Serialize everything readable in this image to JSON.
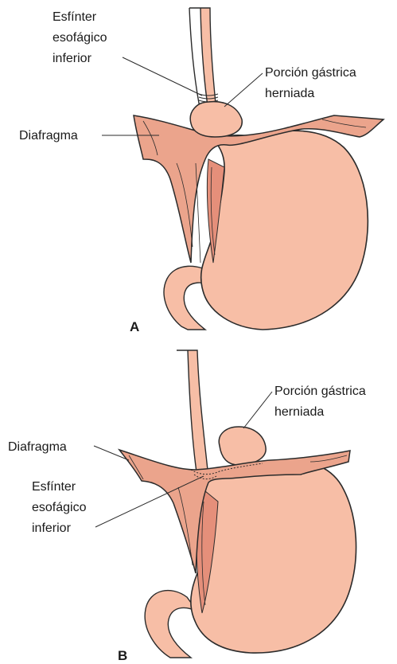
{
  "panel_a": {
    "letter": "A",
    "lower_sphincter_label": [
      "Esfínter",
      "esofágico",
      "inferior"
    ],
    "herniated_label": [
      "Porción gástrica",
      "herniada"
    ],
    "diaphragm_label": "Diafragma"
  },
  "panel_b": {
    "letter": "B",
    "herniated_label": [
      "Porción gástrica",
      "herniada"
    ],
    "diaphragm_label": "Diafragma",
    "lower_sphincter_label": [
      "Esfínter",
      "esofágico",
      "inferior"
    ]
  },
  "colors": {
    "tissue": "#f7bea6",
    "diaphragm": "#eba48c",
    "shadow": "#e58f7a",
    "outline": "#2b2b2b"
  }
}
